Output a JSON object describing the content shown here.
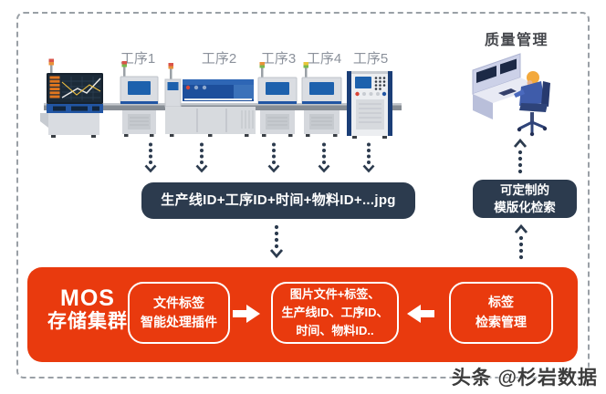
{
  "processes": [
    "工序1",
    "工序2",
    "工序3",
    "工序4",
    "工序5"
  ],
  "quality": {
    "label": "质量管理"
  },
  "filename_box": {
    "text": "生产线ID+工序ID+时间+物料ID+...jpg"
  },
  "template_box": {
    "line1": "可定制的",
    "line2": "模版化检索"
  },
  "mos_cluster": {
    "title": "MOS",
    "subtitle": "存储集群"
  },
  "plugin_box": {
    "line1": "文件标签",
    "line2": "智能处理插件"
  },
  "tagged_box": {
    "line1": "图片文件+标签、",
    "line2": "生产线ID、工序ID、",
    "line3": "时间、物料ID.."
  },
  "tag_search_box": {
    "line1": "标签",
    "line2": "检索管理"
  },
  "watermark": {
    "text": "头条 @杉岩数据"
  },
  "colors": {
    "accent_red": "#E93A0E",
    "navy": "#2C3B4E",
    "process_label_gray": "#8B919B"
  }
}
